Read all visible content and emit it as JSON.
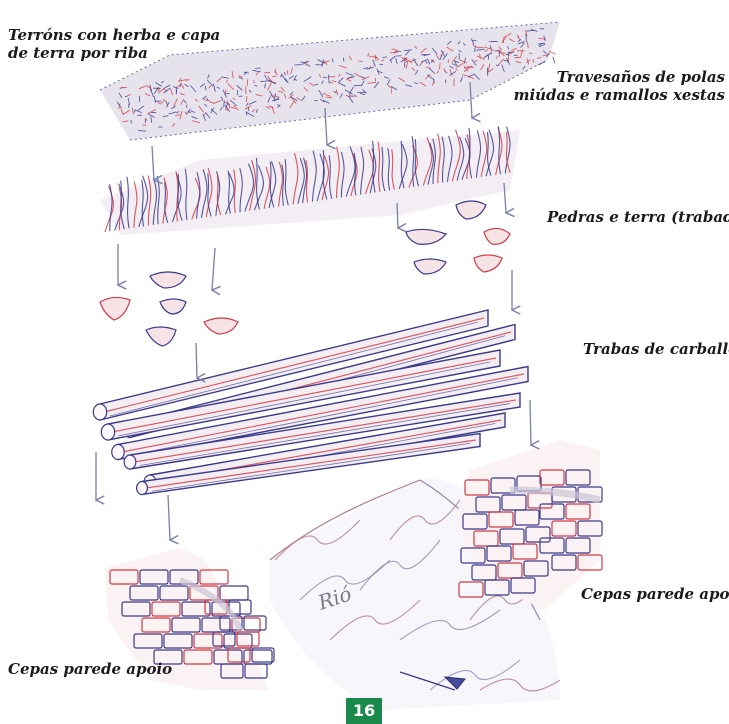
{
  "labels": {
    "top_left_line1": "Terróns con herba e capa",
    "top_left_line2": "de terra por riba",
    "top_right_line1": "Travesaños de polas",
    "top_right_line2": "miúdas e ramallos xestas",
    "stones": "Pedras e terra (trabado)",
    "logs": "Trabas de carballo",
    "pier_right": "Cepas parede apoio",
    "pier_left": "Cepas parede apoio",
    "river": "Rió"
  },
  "page_number": "16",
  "colors": {
    "ink_blue": "#3a3a8c",
    "ink_red": "#d23a44",
    "arrow": "#7a80a8",
    "page_badge": "#1a8a4a"
  }
}
